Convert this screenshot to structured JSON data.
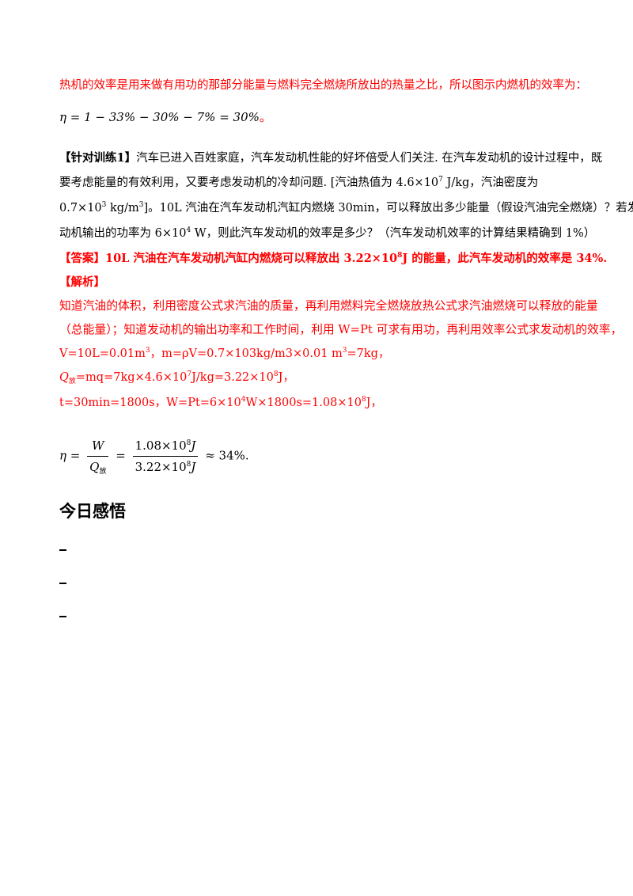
{
  "intro": {
    "text": "热机的效率是用来做有用功的那部分能量与燃料完全燃烧所放出的热量之比，所以图示内燃机的效率为：",
    "formula": "η = 1 − 33% − 30% − 7% = 30%",
    "formula_tail": "。"
  },
  "exercise": {
    "tag": "【针对训练1】",
    "line1": "汽车已进入百姓家庭，汽车发动机性能的好坏倍受人们关注. 在汽车发动机的设计过程中，既",
    "line2_a": "要考虑能量的有效利用，又要考虑发动机的冷却问题.   [汽油热值为 4.6×10",
    "line2_sup": "7",
    "line2_b": " J/kg，汽油密度为",
    "line3_a": "0.7×10",
    "line3_sup1": "3",
    "line3_b": " kg/m",
    "line3_sup2": "3",
    "line3_c": "]。10L 汽油在汽车发动机汽缸内燃烧 30min，可以释放出多少能量（假设汽油完全燃烧）？若发",
    "line4_a": "动机输出的功率为 6×10",
    "line4_sup": "4",
    "line4_b": " W，则此汽车发动机的效率是多少？（汽车发动机效率的计算结果精确到 1%）"
  },
  "answer": {
    "label": "【答案】",
    "text_a": "10L 汽油在汽车发动机汽缸内燃烧可以释放出 3.22×10",
    "sup": "8",
    "text_b": "J 的能量，此汽车发动机的效率是 34%."
  },
  "analysis": {
    "label": "【解析】",
    "line1": "知道汽油的体积，利用密度公式求汽油的质量，再利用燃料完全燃烧放热公式求汽油燃烧可以释放的能量",
    "line2": "（总能量）；知道发动机的输出功率和工作时间，利用 W=Pt 可求有用功，再利用效率公式求发动机的效率，",
    "line3_a": "V=10L=0.01m",
    "line3_sup": "3",
    "line3_b": "，m=ρV=0.7×103kg/m3×0.01 m",
    "line3_sup2": "3",
    "line3_c": "=7kg，",
    "line4_q": "Q",
    "line4_sub": "放",
    "line4_a": "=mq=7kg×4.6×10",
    "line4_sup1": "7",
    "line4_b": "J/kg=3.22×10",
    "line4_sup2": "8",
    "line4_c": "J，",
    "line5_a": "t=30min=1800s，W=Pt=6×10",
    "line5_sup1": "4",
    "line5_b": "W×1800s=1.08×10",
    "line5_sup2": "8",
    "line5_c": "J，"
  },
  "efficiency": {
    "eta": "η",
    "eq": "=",
    "num_w": "W",
    "den_q": "Q",
    "den_sub": "放",
    "eq2": "=",
    "num2_a": "1.08×10",
    "num2_sup": "8",
    "num2_b": "J",
    "den2_a": "3.22×10",
    "den2_sup": "8",
    "den2_b": "J",
    "result": "≈ 34%."
  },
  "reflection": {
    "heading": "今日感悟"
  }
}
